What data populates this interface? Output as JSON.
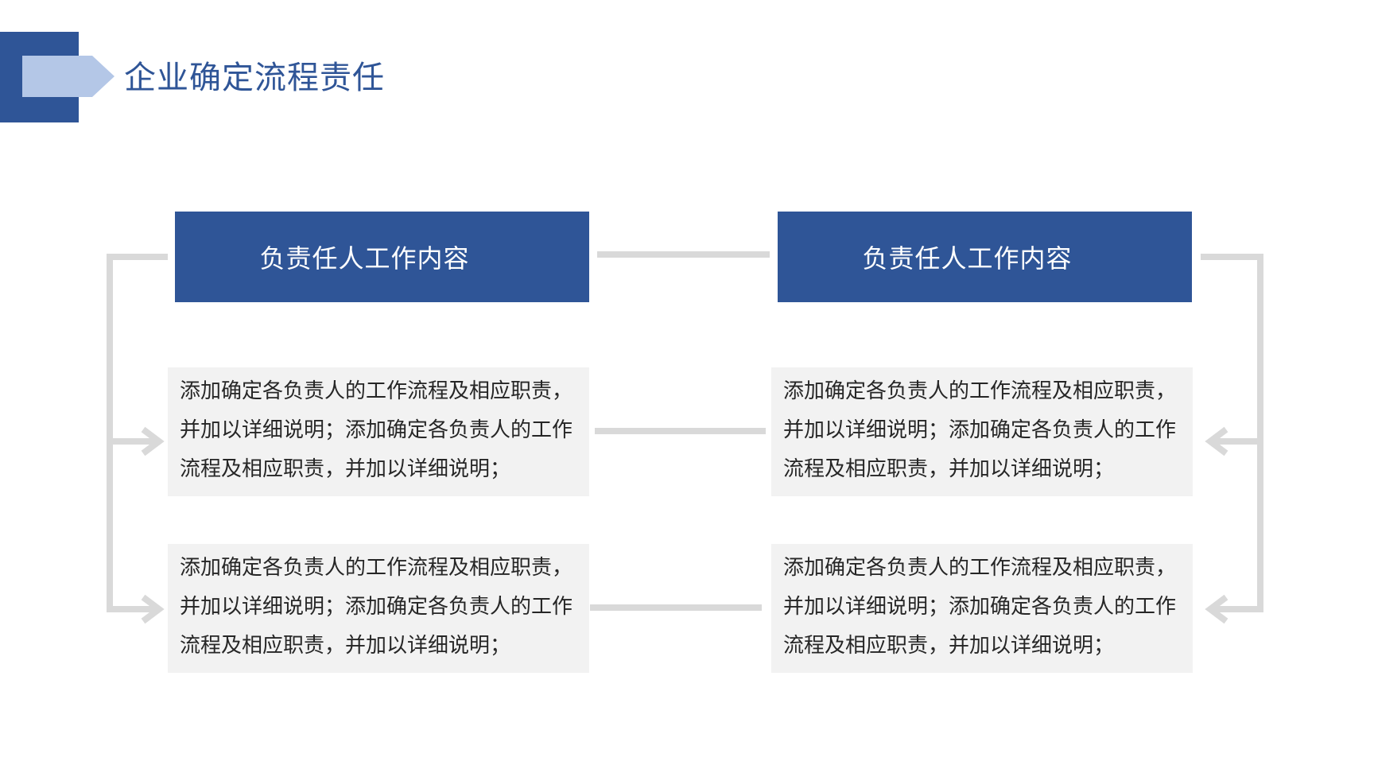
{
  "title": "企业确定流程责任",
  "headers": [
    "负责任人工作内容",
    "负责任人工作内容"
  ],
  "boxes": [
    "添加确定各负责人的工作流程及相应职责，并加以详细说明；添加确定各负责人的工作流程及相应职责，并加以详细说明；",
    "添加确定各负责人的工作流程及相应职责，并加以详细说明；添加确定各负责人的工作流程及相应职责，并加以详细说明；",
    "添加确定各负责人的工作流程及相应职责，并加以详细说明；添加确定各负责人的工作流程及相应职责，并加以详细说明；",
    "添加确定各负责人的工作流程及相应职责，并加以详细说明；添加确定各负责人的工作流程及相应职责，并加以详细说明；"
  ],
  "colors": {
    "accent": "#2f5597",
    "accent_light": "#b4c7e7",
    "connector": "#d9d9d9",
    "box_bg": "#f2f2f2"
  }
}
